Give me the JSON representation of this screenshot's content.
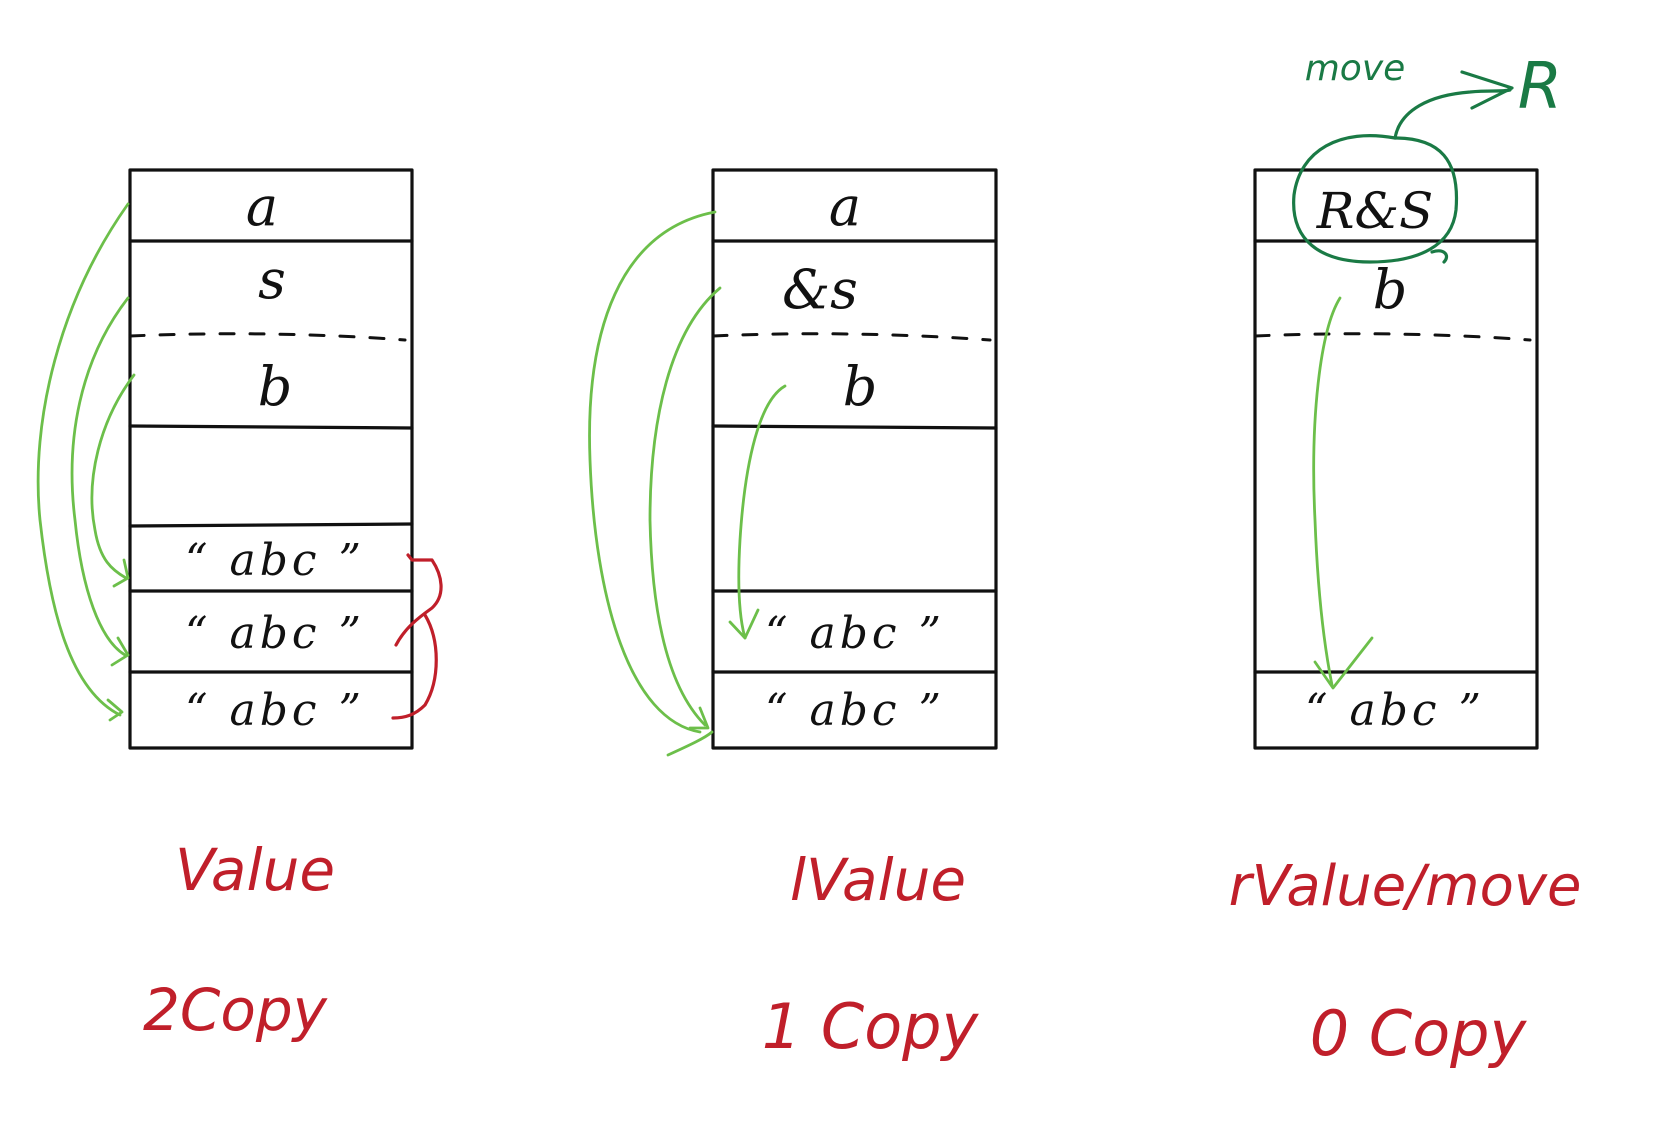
{
  "columns": [
    {
      "cells": {
        "top": "a",
        "second": "s",
        "third": "b"
      },
      "strings": [
        "“ abc ”",
        "“ abc ”",
        "“ abc ”"
      ],
      "label": "Value",
      "copies": "2Copy"
    },
    {
      "cells": {
        "top": "a",
        "second": "&s",
        "third": "b"
      },
      "strings": [
        "“ abc ”",
        "“ abc ”"
      ],
      "label": "lValue",
      "copies": "1 Copy"
    },
    {
      "cells": {
        "top": "R&S",
        "second": "b"
      },
      "strings": [
        "“ abc ”"
      ],
      "label": "rValue/move",
      "copies": "0 Copy"
    }
  ],
  "move_annotation": {
    "word": "move",
    "target": "R"
  },
  "colors": {
    "ink": "#111111",
    "arrow": "#6cbf4a",
    "move": "#1a7a45",
    "label": "#c01f2a"
  }
}
